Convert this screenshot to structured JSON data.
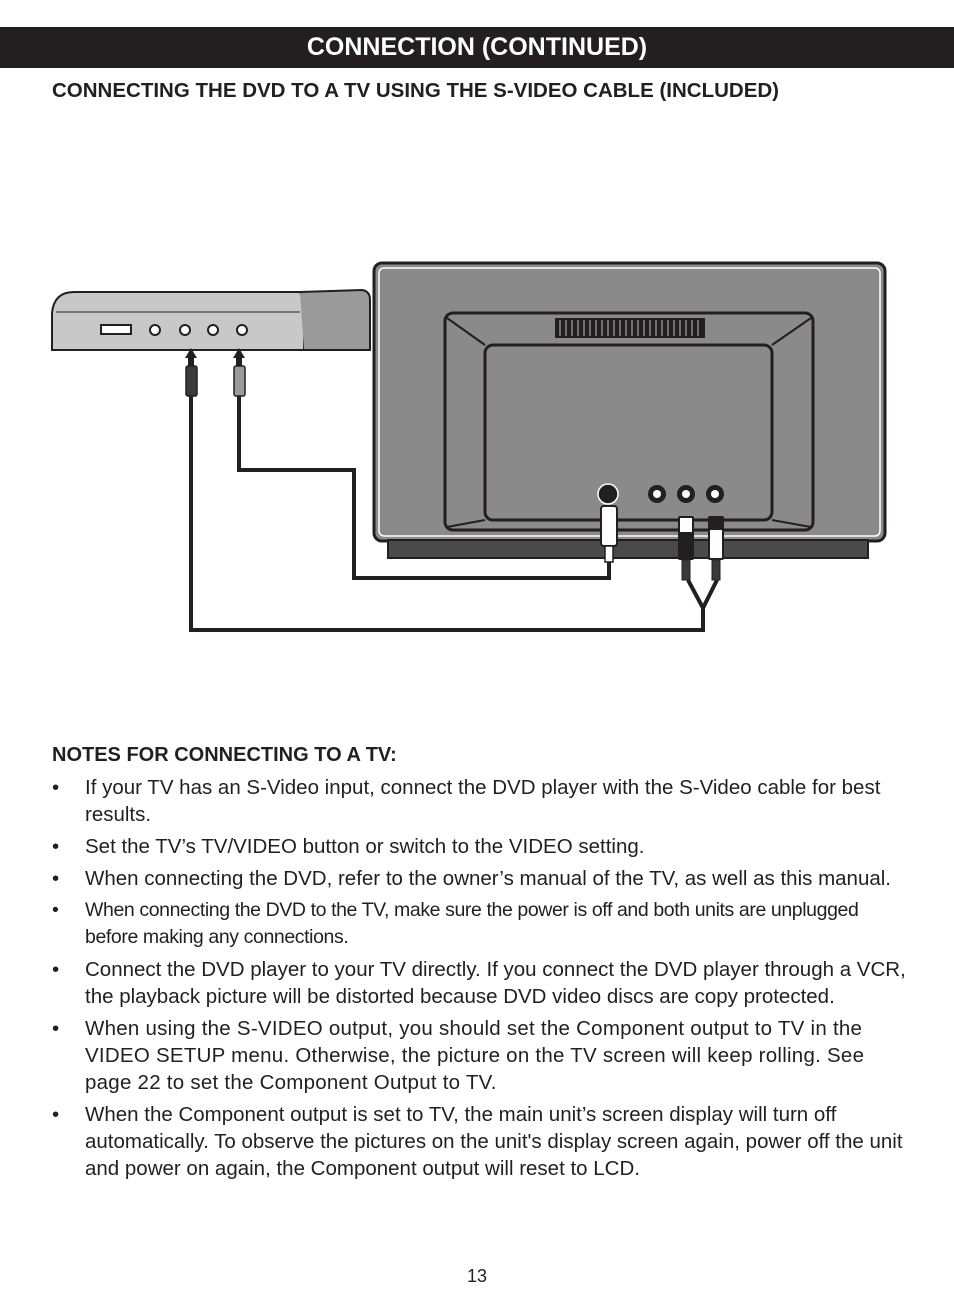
{
  "header": {
    "title": "CONNECTION (CONTINUED)"
  },
  "subtitle": "CONNECTING THE DVD TO A TV USING THE S-VIDEO CABLE (INCLUDED)",
  "notes": {
    "heading": "NOTES FOR CONNECTING TO A TV:",
    "bullet_symbol": "•",
    "items": [
      "If your TV has an S-Video input, connect the DVD player with the S-Video cable for best results.",
      "Set the TV’s TV/VIDEO button or switch to the VIDEO setting.",
      "When connecting the DVD, refer to the owner’s manual of the TV, as well as this manual.",
      "When connecting the DVD to the TV, make sure the power is off and both units are unplugged before making any connections.",
      "Connect the DVD player to your TV directly. If you connect the DVD player through a VCR, the playback picture will be distorted because DVD video discs are copy protected.",
      "When using the S-VIDEO output, you should set the Component output to TV in the VIDEO SETUP  menu. Otherwise, the picture on the TV screen will keep rolling. See page 22 to set the Component Output to TV.",
      "When the Component output is set to TV, the main unit’s screen display will turn off automatically. To observe the pictures on the unit's display screen again, power off the unit and power on again, the Component output will reset to LCD."
    ]
  },
  "page_number": "13"
}
